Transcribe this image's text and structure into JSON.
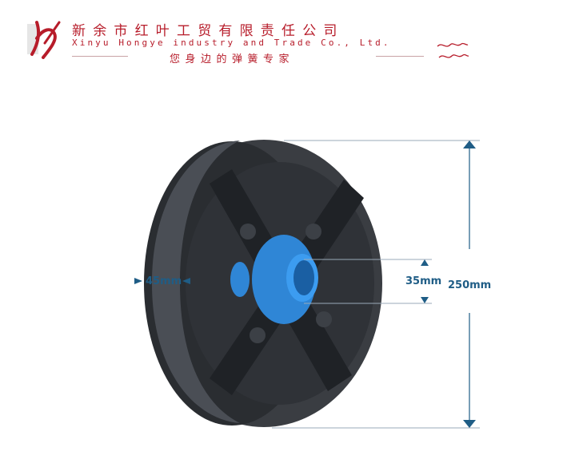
{
  "header": {
    "company_cn": "新余市红叶工贸有限责任公司",
    "company_en": "Xinyu Hongye industry and Trade Co., Ltd.",
    "slogan": "您身边的弹簧专家"
  },
  "dimensions": {
    "width": "45mm",
    "bore": "35mm",
    "diameter": "250mm"
  },
  "colors": {
    "brand": "#b71c2a",
    "dimension": "#1f5d86",
    "wheel": "#2e3136",
    "hub": "#2f86d6"
  }
}
